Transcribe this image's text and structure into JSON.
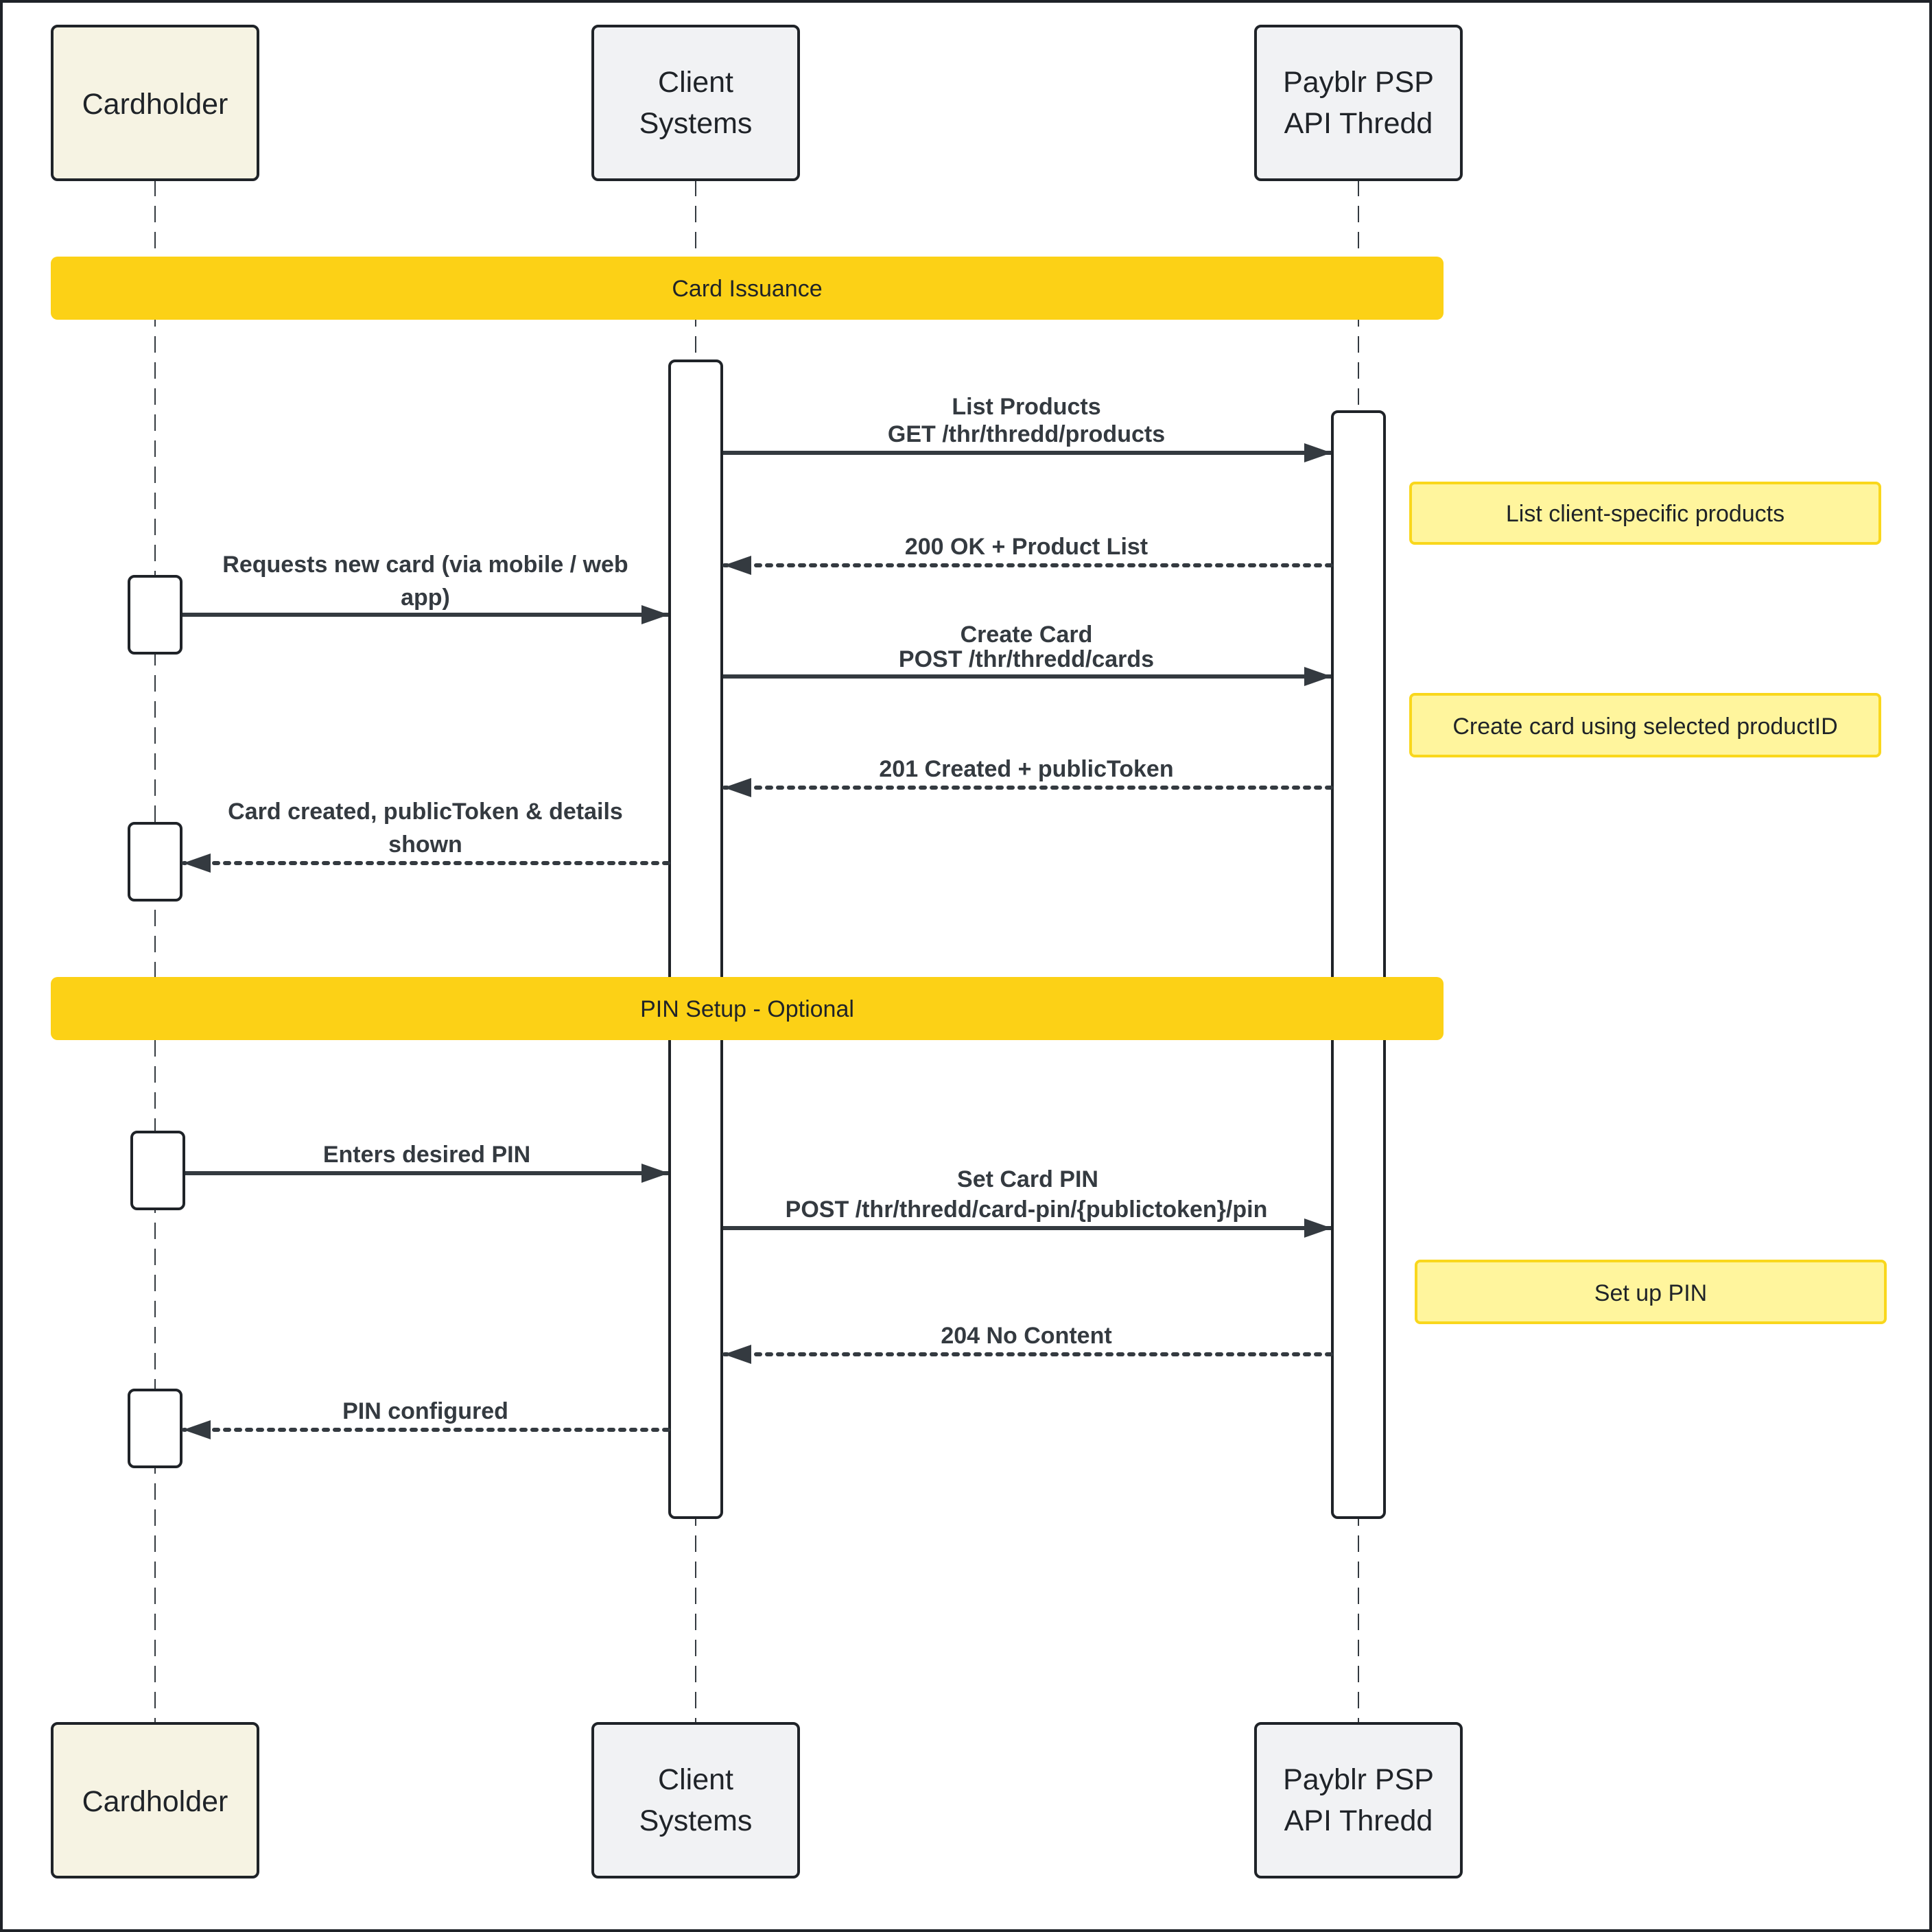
{
  "colors": {
    "cardholder_fill": "#f6f3e3",
    "client_fill": "#f1f2f4",
    "psp_fill": "#f1f2f4",
    "section_fill": "#fcd116",
    "note_fill": "#fff59d",
    "note_border": "#f9d71c",
    "line": "#343a40"
  },
  "participants": {
    "cardholder": "Cardholder",
    "client_line1": "Client",
    "client_line2": "Systems",
    "psp_line1": "Payblr PSP",
    "psp_line2": "API Thredd"
  },
  "sections": {
    "card_issuance": "Card Issuance",
    "pin_setup": "PIN Setup - Optional"
  },
  "messages": {
    "list_products_1": "List Products",
    "list_products_2": "GET /thr/thredd/products",
    "product_list_resp": "200 OK + Product List",
    "request_card_1": "Requests new card (via mobile / web",
    "request_card_2": "app)",
    "create_card_1": "Create Card",
    "create_card_2": "POST /thr/thredd/cards",
    "created_resp": "201 Created + publicToken",
    "card_shown_1": "Card created, publicToken & details",
    "card_shown_2": "shown",
    "enter_pin": "Enters desired PIN",
    "set_pin_1": "Set Card PIN",
    "set_pin_2": "POST /thr/thredd/card-pin/{publictoken}/pin",
    "no_content": "204 No Content",
    "pin_configured": "PIN configured"
  },
  "notes": {
    "list_products": "List client-specific products",
    "create_card": "Create card using selected productID",
    "setup_pin": "Set up PIN"
  }
}
